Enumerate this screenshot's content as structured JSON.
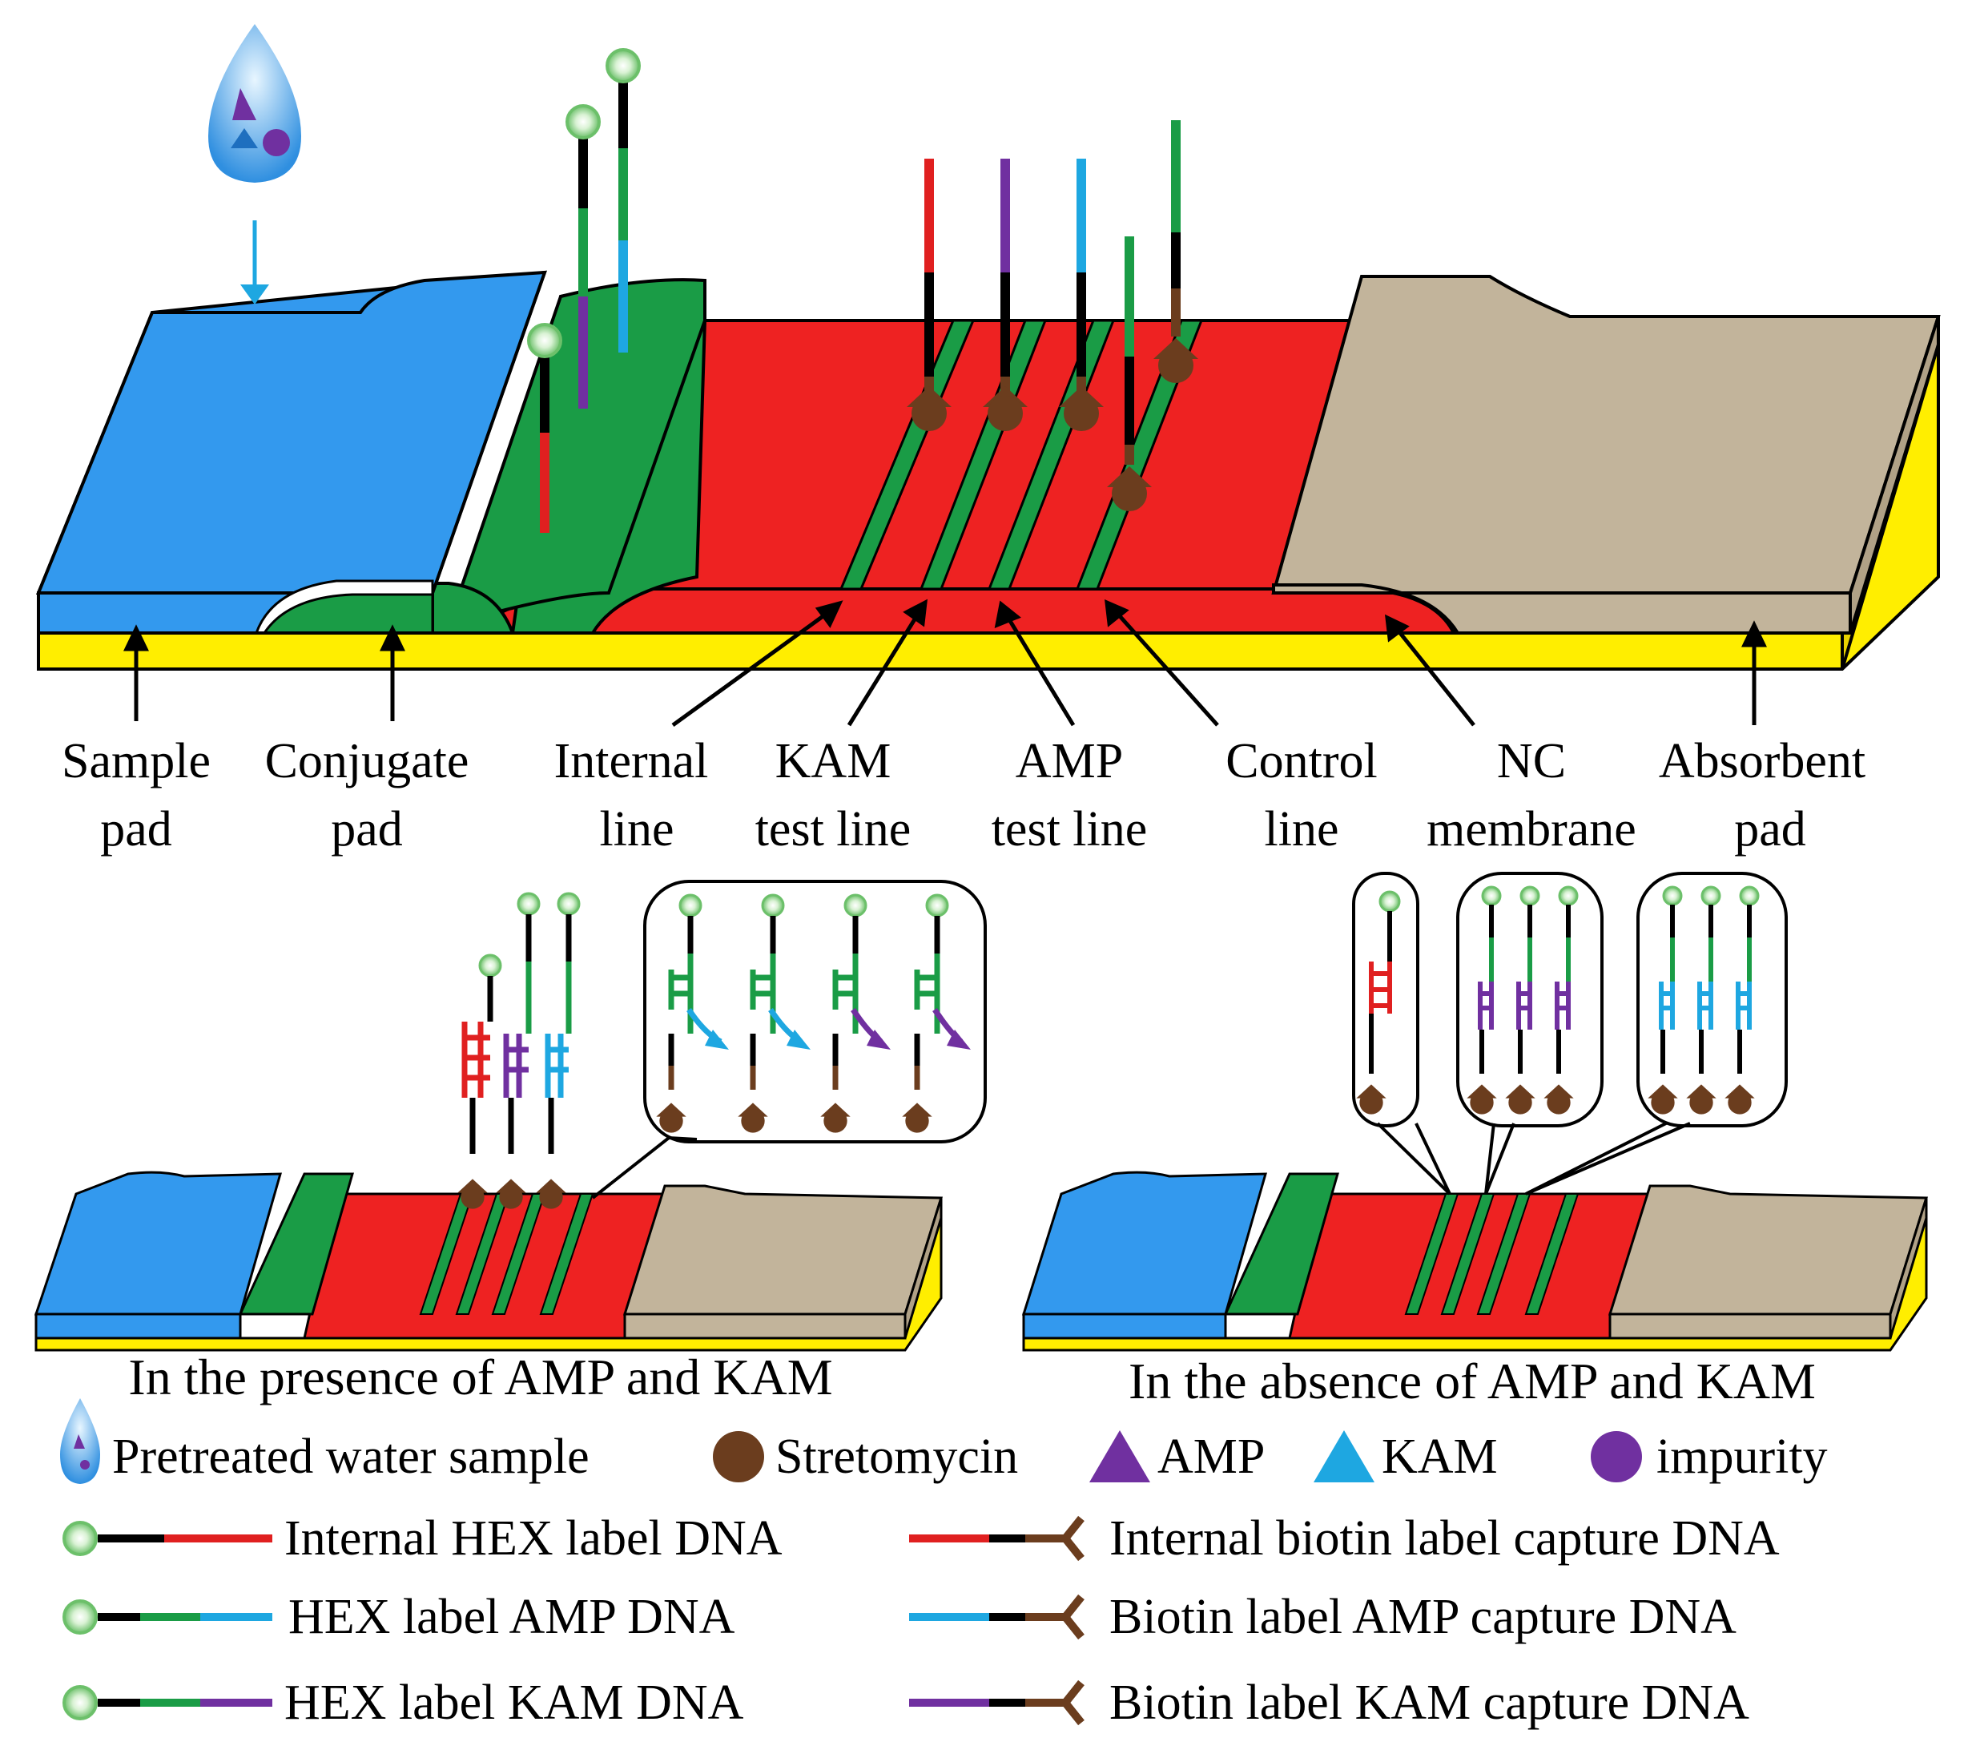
{
  "strip_labels": [
    {
      "line1": "Sample",
      "line2": "pad"
    },
    {
      "line1": "Conjugate",
      "line2": "pad"
    },
    {
      "line1": "Internal",
      "line2": "line"
    },
    {
      "line1": "KAM",
      "line2": "test line"
    },
    {
      "line1": "AMP",
      "line2": "test line"
    },
    {
      "line1": "Control",
      "line2": "line"
    },
    {
      "line1": "NC",
      "line2": "membrane"
    },
    {
      "line1": "Absorbent",
      "line2": "pad"
    }
  ],
  "captions": {
    "presence": "In the presence of AMP and KAM",
    "absence": "In the absence of AMP and KAM"
  },
  "legend": {
    "row1": {
      "water": "Pretreated water sample",
      "streptomycin": "Stretomycin",
      "amp": "AMP",
      "kam": "KAM",
      "impurity": "impurity"
    },
    "probes_left": [
      "Internal HEX label DNA",
      "HEX label AMP DNA",
      "HEX label KAM DNA"
    ],
    "probes_right": [
      "Internal biotin label capture DNA",
      "Biotin label AMP capture DNA",
      "Biotin label KAM capture DNA"
    ]
  },
  "colors": {
    "sample_pad": "#3399ee",
    "conjugate_pad": "#1a9c46",
    "nc_membrane": "#ee2222",
    "absorbent_pad": "#c2b49b",
    "backing": "#ffee00",
    "streptomycin": "#6b3d1e",
    "amp": "#7030a0",
    "kam": "#1ea7e1",
    "internal": "#e02020",
    "hex_label": "#8fd48a"
  }
}
